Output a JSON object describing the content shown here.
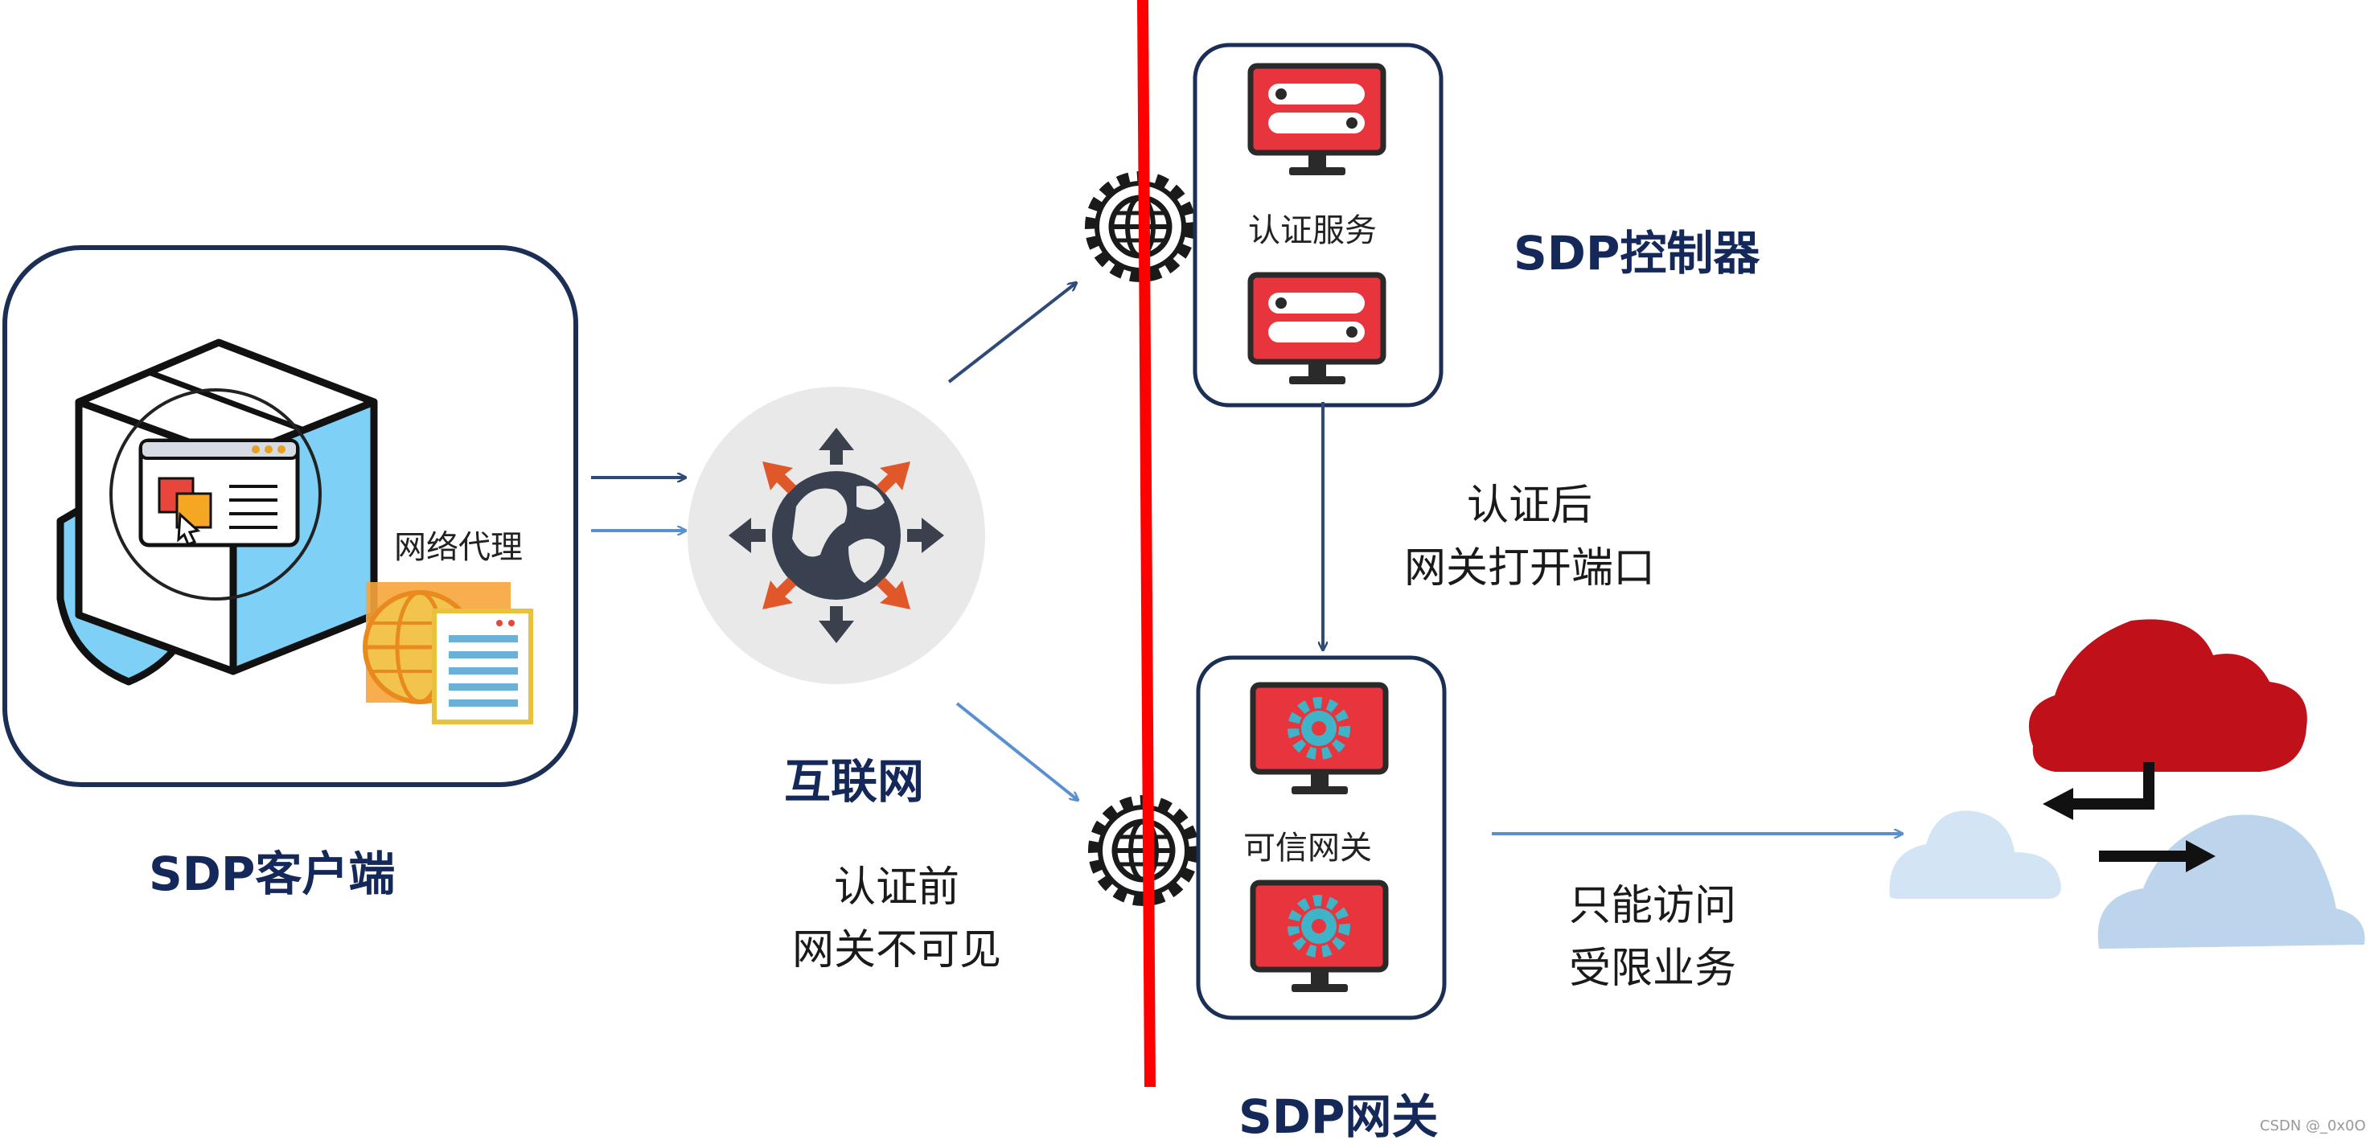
{
  "client": {
    "title": "SDP客户端",
    "proxy_label": "网络代理"
  },
  "internet": {
    "label": "互联网"
  },
  "controller": {
    "title": "SDP控制器",
    "auth_service_label": "认证服务"
  },
  "gateway": {
    "title": "SDP网关",
    "trusted_gateway_label": "可信网关"
  },
  "notes": {
    "after_auth_line1": "认证后",
    "after_auth_line2": "网关打开端口",
    "before_auth_line1": "认证前",
    "before_auth_line2": "网关不可见",
    "restricted_line1": "只能访问",
    "restricted_line2": "受限业务"
  },
  "watermark": "CSDN @_0x0O",
  "colors": {
    "title_navy": "#14285a",
    "barrier_red": "#ff0000",
    "monitor_red": "#e8343c",
    "cloud_red": "#c0101a",
    "cloud_light": "#c9dff2",
    "arrow_dark": "#2f4a78",
    "arrow_light": "#5a8fd0"
  }
}
